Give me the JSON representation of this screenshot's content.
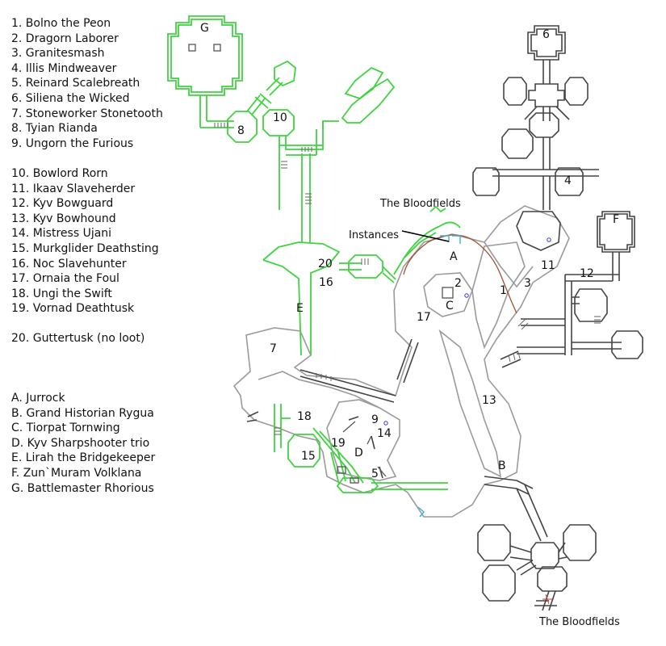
{
  "legend": {
    "named_mobs": [
      "1. Bolno the Peon",
      "2. Dragorn Laborer",
      "3. Granitesmash",
      "4. Illis Mindweaver",
      "5. Reinard Scalebreath",
      "6. Siliena the Wicked",
      "7. Stoneworker Stonetooth",
      "8. Tyian Rianda",
      "9. Ungorn the Furious"
    ],
    "placeholders": [
      "10. Bowlord Rorn",
      "11. Ikaav Slaveherder",
      "12. Kyv Bowguard",
      "13. Kyv Bowhound",
      "14. Mistress Ujani",
      "15. Murkglider Deathsting",
      "16. Noc Slavehunter",
      "17. Ornaia the Foul",
      "18. Ungi the Swift",
      "19. Vornad Deathtusk"
    ],
    "other": [
      "20. Guttertusk (no loot)"
    ],
    "bosses": [
      "A. Jurrock",
      "B. Grand Historian Rygua",
      "C. Tiorpat Tornwing",
      "D. Kyv Sharpshooter trio",
      "E. Lirah the Bridgekeeper",
      "F. Zun`Muram Volklana",
      "G. Battlemaster Rhorious"
    ]
  },
  "map": {
    "zone_top_label": "The Bloodfields",
    "zone_bottom_label": "The Bloodfields",
    "instances_label": "Instances",
    "markers": [
      "1",
      "2",
      "3",
      "4",
      "5",
      "6",
      "7",
      "8",
      "9",
      "10",
      "11",
      "12",
      "13",
      "14",
      "15",
      "16",
      "17",
      "18",
      "19",
      "20",
      "A",
      "B",
      "C",
      "D",
      "E",
      "F",
      "G"
    ],
    "colors": {
      "cave_outline": "#9a9a9a",
      "green_path": "#3fd43f",
      "brown_path": "#a0522d",
      "structure_outline": "#555555",
      "instance_marker": "#39b7c9"
    }
  }
}
